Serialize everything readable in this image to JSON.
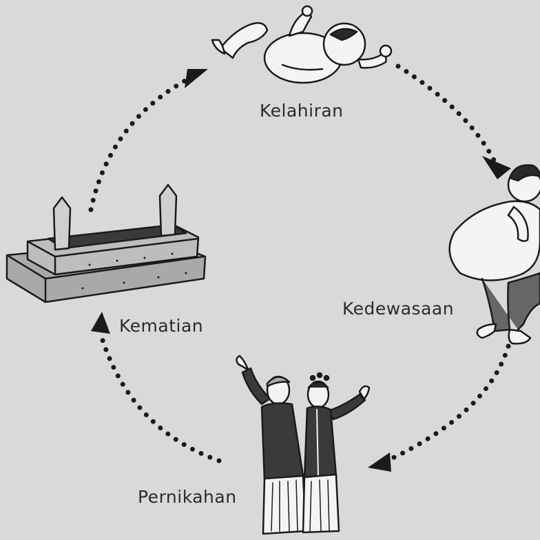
{
  "stages": {
    "birth": "Kelahiran",
    "adulthood": "Kedewasaan",
    "marriage": "Pernikahan",
    "death": "Kematian"
  },
  "colors": {
    "background": "#d9d9d9",
    "ink": "#1a1a1a",
    "text": "#2b2b2b"
  },
  "icons": [
    "baby-icon",
    "thinking-man-icon",
    "wedding-couple-icon",
    "grave-icon"
  ]
}
